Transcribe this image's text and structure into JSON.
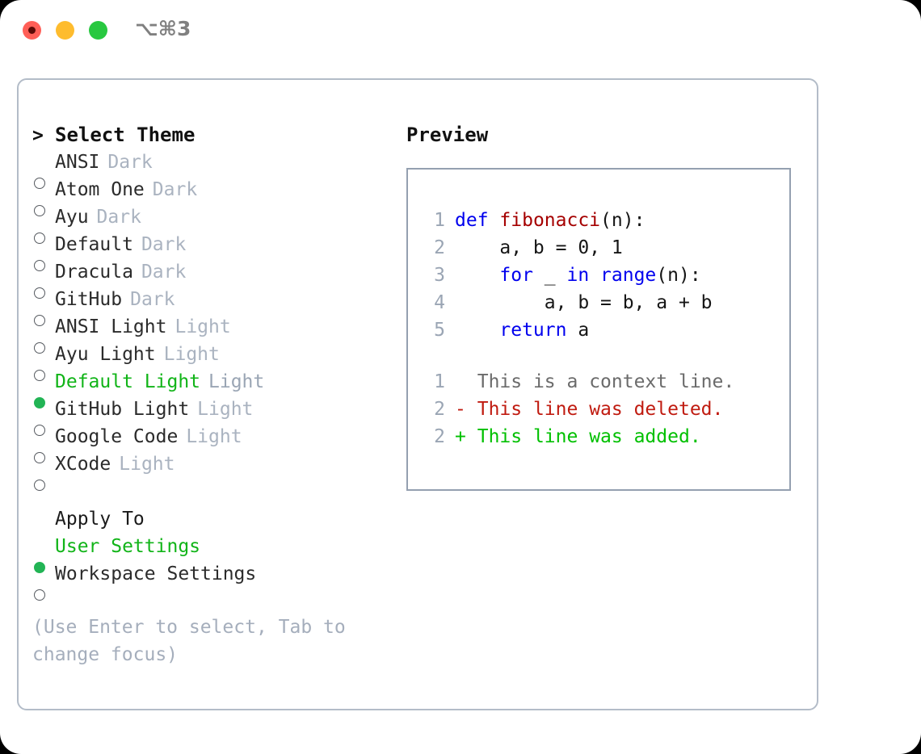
{
  "window": {
    "shortcut": "⌥⌘3",
    "traffic_lights": [
      {
        "name": "close",
        "color": "#ff5f57"
      },
      {
        "name": "minimize",
        "color": "#febc2e"
      },
      {
        "name": "maximize",
        "color": "#28c840"
      }
    ]
  },
  "theme_picker": {
    "header": "Select Theme",
    "caret": ">",
    "marker_selected": "●",
    "marker_unselected": "○",
    "items": [
      {
        "label": "ANSI",
        "variant": "Dark",
        "selected": false
      },
      {
        "label": "Atom One",
        "variant": "Dark",
        "selected": false
      },
      {
        "label": "Ayu",
        "variant": "Dark",
        "selected": false
      },
      {
        "label": "Default",
        "variant": "Dark",
        "selected": false
      },
      {
        "label": "Dracula",
        "variant": "Dark",
        "selected": false
      },
      {
        "label": "GitHub",
        "variant": "Dark",
        "selected": false
      },
      {
        "label": "ANSI Light",
        "variant": "Light",
        "selected": false
      },
      {
        "label": "Ayu Light",
        "variant": "Light",
        "selected": false
      },
      {
        "label": "Default Light",
        "variant": "Light",
        "selected": true
      },
      {
        "label": "GitHub Light",
        "variant": "Light",
        "selected": false
      },
      {
        "label": "Google Code",
        "variant": "Light",
        "selected": false
      },
      {
        "label": "XCode",
        "variant": "Light",
        "selected": false
      }
    ]
  },
  "apply_to": {
    "header": "Apply To",
    "items": [
      {
        "label": "User Settings",
        "selected": true
      },
      {
        "label": "Workspace Settings",
        "selected": false
      }
    ]
  },
  "hint": "(Use Enter to select, Tab to change focus)",
  "preview": {
    "title": "Preview",
    "code_lines": [
      {
        "no": "1",
        "tokens": [
          {
            "t": "def",
            "c": "kw"
          },
          {
            "t": " ",
            "c": "plain"
          },
          {
            "t": "fibonacci",
            "c": "fn"
          },
          {
            "t": "(n):",
            "c": "plain"
          }
        ]
      },
      {
        "no": "2",
        "tokens": [
          {
            "t": "    a, b = 0, 1",
            "c": "plain"
          }
        ]
      },
      {
        "no": "3",
        "tokens": [
          {
            "t": "    ",
            "c": "plain"
          },
          {
            "t": "for",
            "c": "kw"
          },
          {
            "t": " _ ",
            "c": "plain"
          },
          {
            "t": "in",
            "c": "kw"
          },
          {
            "t": " ",
            "c": "plain"
          },
          {
            "t": "range",
            "c": "kw"
          },
          {
            "t": "(n):",
            "c": "plain"
          }
        ]
      },
      {
        "no": "4",
        "tokens": [
          {
            "t": "        a, b = b, a + b",
            "c": "plain"
          }
        ]
      },
      {
        "no": "5",
        "tokens": [
          {
            "t": "    ",
            "c": "plain"
          },
          {
            "t": "return",
            "c": "kw"
          },
          {
            "t": " a",
            "c": "plain"
          }
        ]
      }
    ],
    "diff_lines": [
      {
        "no": "1",
        "sign": " ",
        "text": "This is a context line.",
        "kind": "ctx"
      },
      {
        "no": "2",
        "sign": "-",
        "text": "This line was deleted.",
        "kind": "del"
      },
      {
        "no": "2",
        "sign": "+",
        "text": "This line was added.",
        "kind": "add"
      }
    ]
  },
  "colors": {
    "accent_green": "#11b418",
    "keyword_blue": "#0000ee",
    "function_red": "#a50000",
    "diff_add": "#00c000",
    "diff_del": "#c01b10",
    "muted": "#aab3c0",
    "border": "#b3bcc8"
  }
}
